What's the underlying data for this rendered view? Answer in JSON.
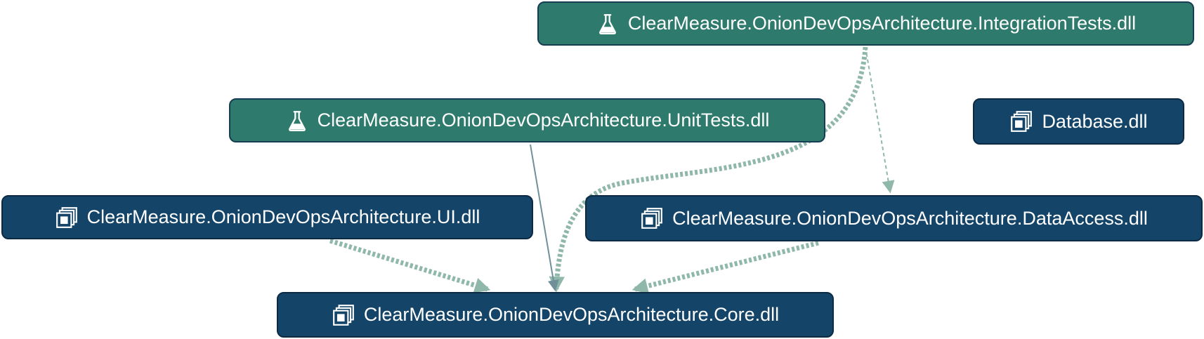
{
  "colors": {
    "test_node_fill": "#2e7a6c",
    "lib_node_fill": "#144468",
    "node_text": "#ffffff",
    "dependency_edge": "#8fb7aa",
    "reference_edge": "#6f8f99"
  },
  "nodes": {
    "integration_tests": {
      "label": "ClearMeasure.OnionDevOpsArchitecture.IntegrationTests.dll",
      "icon": "flask-icon",
      "kind": "test"
    },
    "unit_tests": {
      "label": "ClearMeasure.OnionDevOpsArchitecture.UnitTests.dll",
      "icon": "flask-icon",
      "kind": "test"
    },
    "database": {
      "label": "Database.dll",
      "icon": "assembly-icon",
      "kind": "library"
    },
    "ui": {
      "label": "ClearMeasure.OnionDevOpsArchitecture.UI.dll",
      "icon": "assembly-icon",
      "kind": "library"
    },
    "data_access": {
      "label": "ClearMeasure.OnionDevOpsArchitecture.DataAccess.dll",
      "icon": "assembly-icon",
      "kind": "library"
    },
    "core": {
      "label": "ClearMeasure.OnionDevOpsArchitecture.Core.dll",
      "icon": "assembly-icon",
      "kind": "library"
    }
  },
  "edges": [
    {
      "from": "integration_tests",
      "to": "core",
      "style": "thick-dashed"
    },
    {
      "from": "integration_tests",
      "to": "data_access",
      "style": "thin-dashed"
    },
    {
      "from": "unit_tests",
      "to": "core",
      "style": "solid"
    },
    {
      "from": "ui",
      "to": "core",
      "style": "thick-dashed"
    },
    {
      "from": "data_access",
      "to": "core",
      "style": "thick-dashed"
    }
  ]
}
